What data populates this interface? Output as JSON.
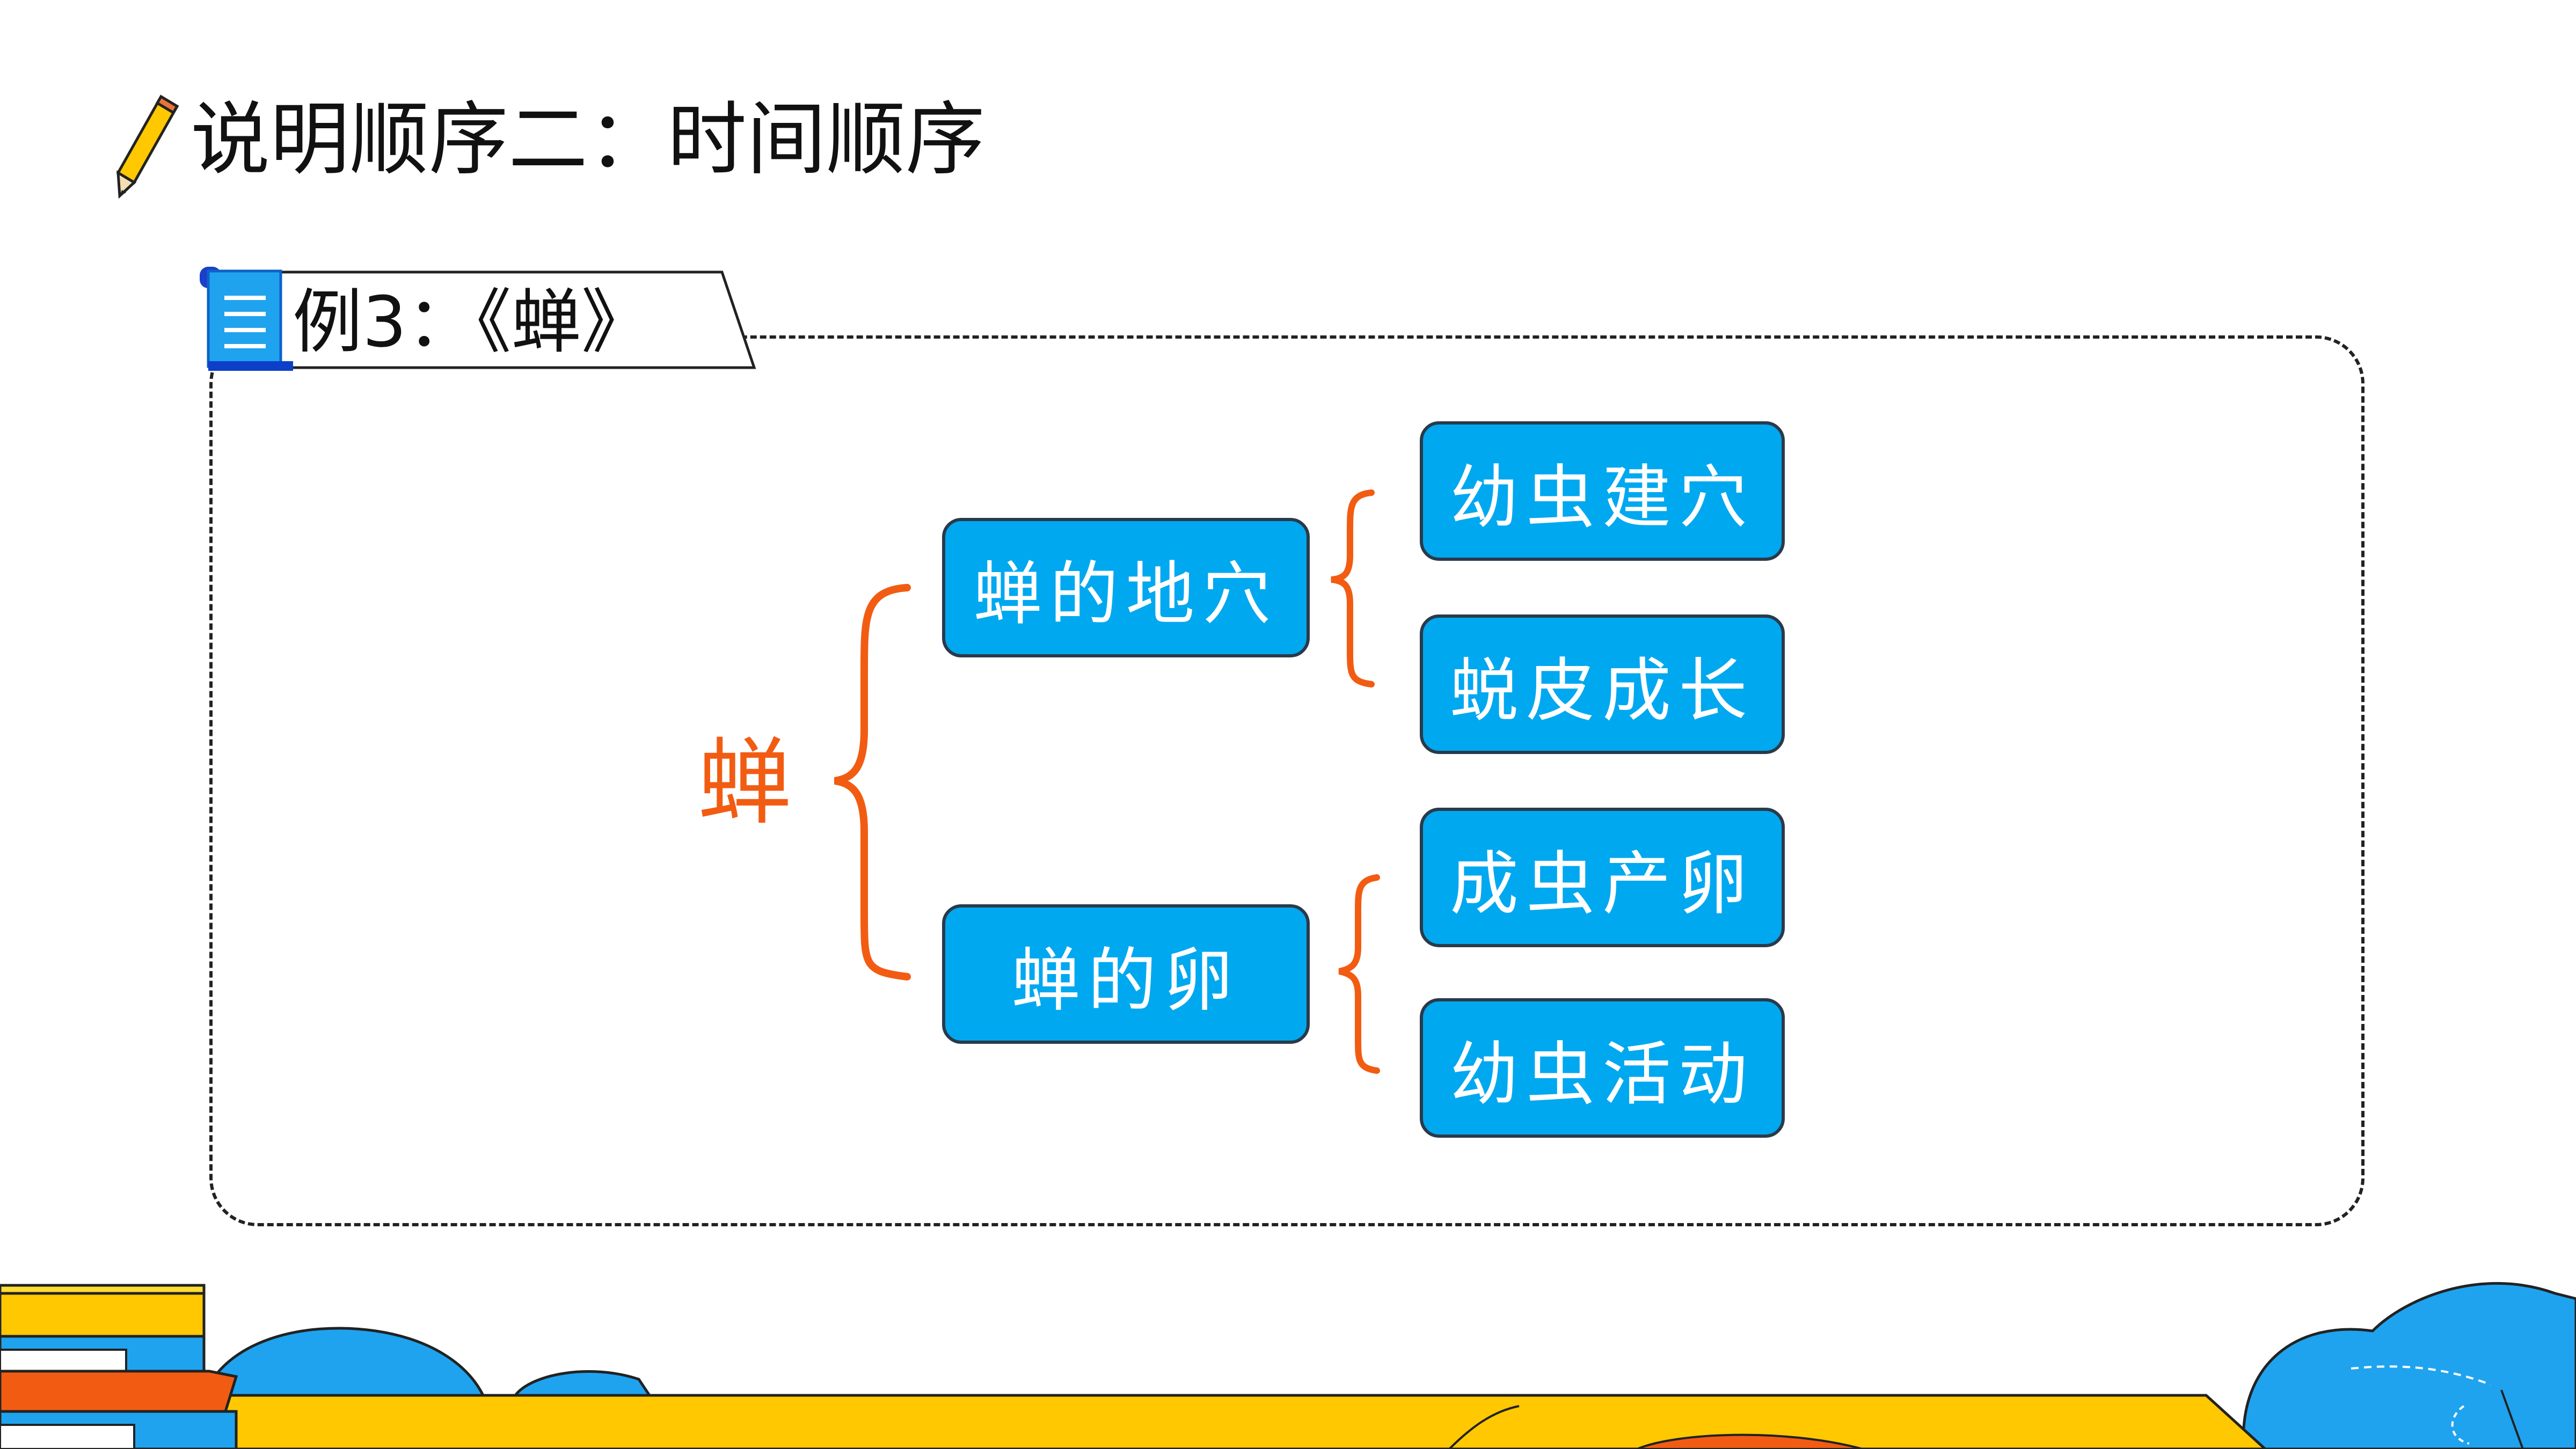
{
  "header": {
    "title": "说明顺序二：时间顺序",
    "icon": "pencil-icon"
  },
  "example": {
    "tag_label": "例3：《蝉》",
    "icon": "scroll-icon"
  },
  "diagram": {
    "root": "蝉",
    "branches": [
      {
        "label": "蝉的地穴",
        "children": [
          "幼虫建穴",
          "蜕皮成长"
        ]
      },
      {
        "label": "蝉的卵",
        "children": [
          "成虫产卵",
          "幼虫活动"
        ]
      }
    ]
  },
  "colors": {
    "node_fill": "#00a8f0",
    "node_border": "#2a3a4a",
    "accent_orange": "#f25c12",
    "decor_yellow": "#ffc800",
    "decor_blue": "#1fa3ef"
  }
}
